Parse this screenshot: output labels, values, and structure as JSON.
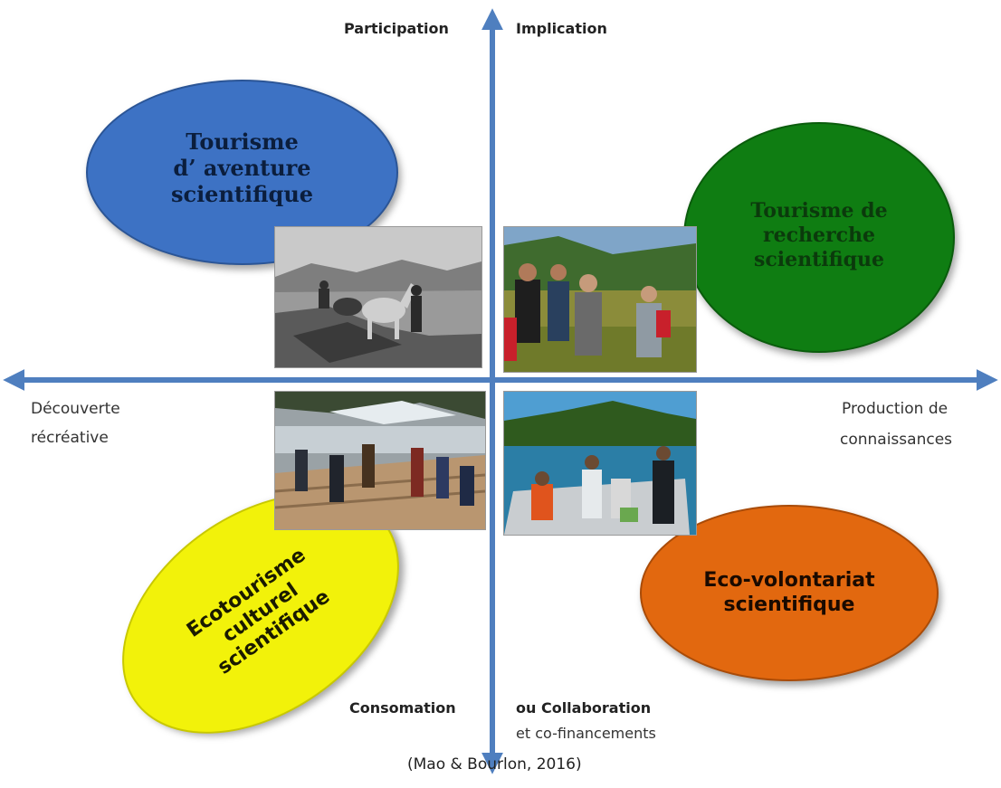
{
  "axes": {
    "top_left": "Participation",
    "top_right": "Implication",
    "left_line1": "Découverte",
    "left_line2": "récréative",
    "right_line1": "Production de",
    "right_line2": "connaissances",
    "bottom_left": "Consomation",
    "bottom_right_line1": "ou Collaboration",
    "bottom_right_line2": "et co-financements"
  },
  "quadrants": {
    "aventure": {
      "label": "Tourisme\nd’ aventure\nscientifique",
      "color": "#3d72c4"
    },
    "recherche": {
      "label": "Tourisme de\nrecherche\nscientifique",
      "color": "#0f7d12"
    },
    "ecotourisme": {
      "label": "Ecotourisme\nculturel\nscientifique",
      "color": "#f2f20a"
    },
    "volontariat": {
      "label": "Eco-volontariat\nscientifique",
      "color": "#e2680f"
    }
  },
  "axis_color": "#4f7fbf",
  "citation": "(Mao & Bourlon, 2016)"
}
